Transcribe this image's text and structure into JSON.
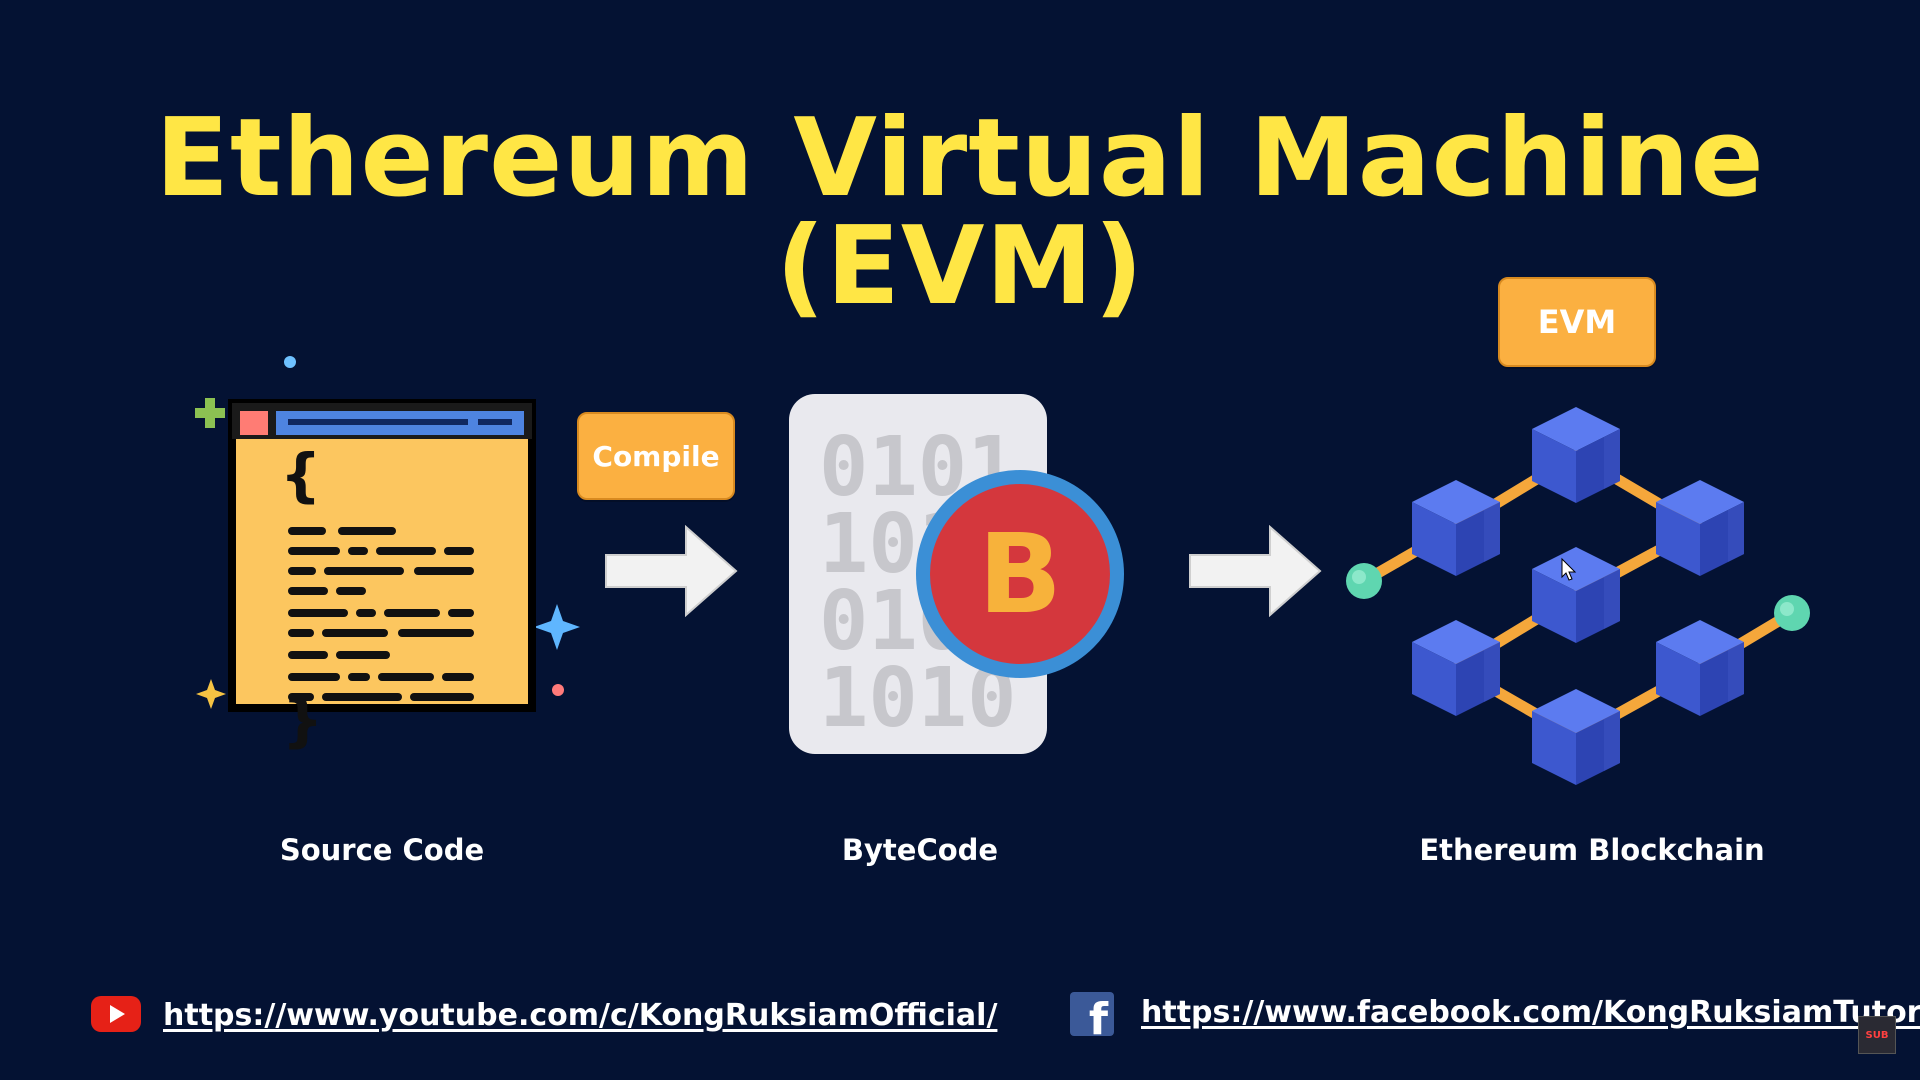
{
  "title": "Ethereum Virtual Machine (EVM)",
  "steps": {
    "source": {
      "label": "Source Code"
    },
    "compile": {
      "label": "Compile"
    },
    "bytecode": {
      "label": "ByteCode",
      "badge": "B",
      "bits": [
        "0101",
        "1010",
        "0101",
        "1010"
      ]
    },
    "evm": {
      "label": "EVM"
    },
    "blockchain": {
      "label": "Ethereum Blockchain"
    }
  },
  "footer": {
    "youtube_url": "https://www.youtube.com/c/KongRuksiamOfficial/",
    "facebook_url": "https://www.facebook.com/KongRuksiamTutorial/",
    "facebook_glyph": "f",
    "corner_badge": "SUB"
  },
  "icons": [
    "youtube-icon",
    "facebook-icon",
    "code-editor-icon",
    "bytecode-icon",
    "blockchain-icon",
    "arrow-right-icon"
  ],
  "colors": {
    "background": "#041233",
    "title": "#ffe645",
    "accent_orange": "#fbb041",
    "cube_blue": "#3d5bd6",
    "node_teal": "#5fd6b0"
  }
}
